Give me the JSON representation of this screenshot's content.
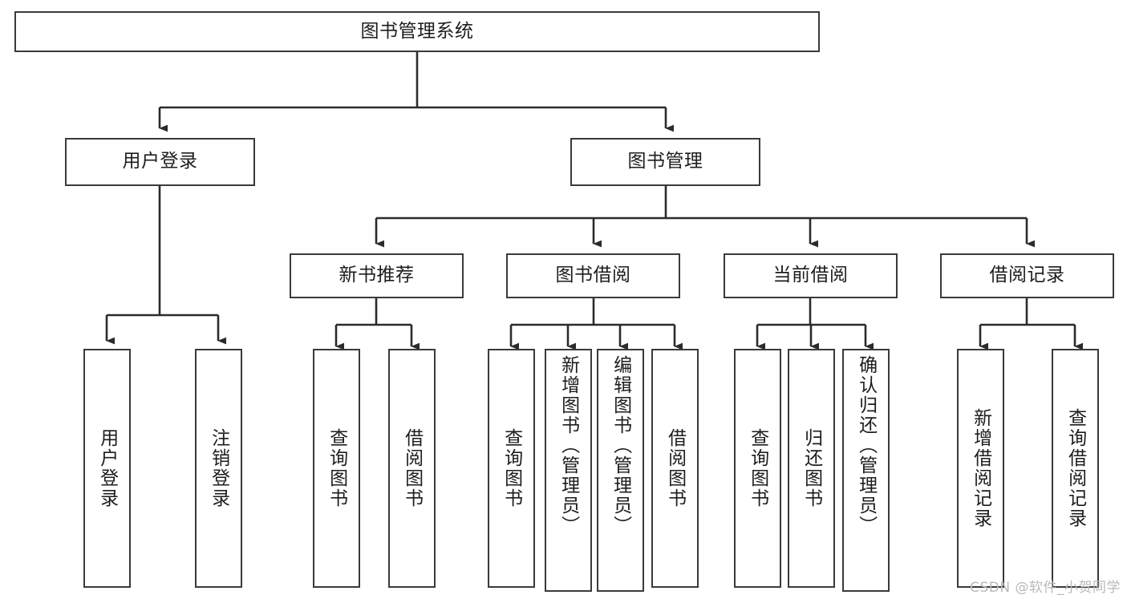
{
  "diagram": {
    "type": "tree-hierarchy-chart",
    "title": "图书管理系统",
    "watermark": "CSDN @软件_小贺同学",
    "colors": {
      "box_border": "#3a3a3a",
      "box_fill": "#ffffff",
      "connector": "#2b2b2b",
      "text": "#1d1d1d",
      "watermark": "#b9b9b9",
      "background": "#ffffff"
    },
    "root": {
      "label": "图书管理系统"
    },
    "level2": [
      {
        "id": "user-login",
        "label": "用户登录"
      },
      {
        "id": "book-management",
        "label": "图书管理"
      }
    ],
    "level3": [
      {
        "id": "new-book-recommend",
        "label": "新书推荐",
        "parent": "book-management"
      },
      {
        "id": "book-borrow",
        "label": "图书借阅",
        "parent": "book-management"
      },
      {
        "id": "current-borrow",
        "label": "当前借阅",
        "parent": "book-management"
      },
      {
        "id": "borrow-record",
        "label": "借阅记录",
        "parent": "book-management"
      }
    ],
    "leaves": {
      "user-login": [
        {
          "id": "leaf-user-login",
          "label": "用户登录"
        },
        {
          "id": "leaf-logout-login",
          "label": "注销登录"
        }
      ],
      "new-book-recommend": [
        {
          "id": "leaf-query-book-1",
          "label": "查询图书"
        },
        {
          "id": "leaf-borrow-book-1",
          "label": "借阅图书"
        }
      ],
      "book-borrow": [
        {
          "id": "leaf-query-book-2",
          "label": "查询图书"
        },
        {
          "id": "leaf-add-book-admin",
          "label": "新增图书（管理员）"
        },
        {
          "id": "leaf-edit-book-admin",
          "label": "编辑图书（管理员）"
        },
        {
          "id": "leaf-borrow-book-2",
          "label": "借阅图书"
        }
      ],
      "current-borrow": [
        {
          "id": "leaf-query-book-3",
          "label": "查询图书"
        },
        {
          "id": "leaf-return-book",
          "label": "归还图书"
        },
        {
          "id": "leaf-confirm-return-admin",
          "label": "确认归还（管理员）"
        }
      ],
      "borrow-record": [
        {
          "id": "leaf-add-borrow-record",
          "label": "新增借阅记录"
        },
        {
          "id": "leaf-query-borrow-record",
          "label": "查询借阅记录"
        }
      ]
    }
  }
}
